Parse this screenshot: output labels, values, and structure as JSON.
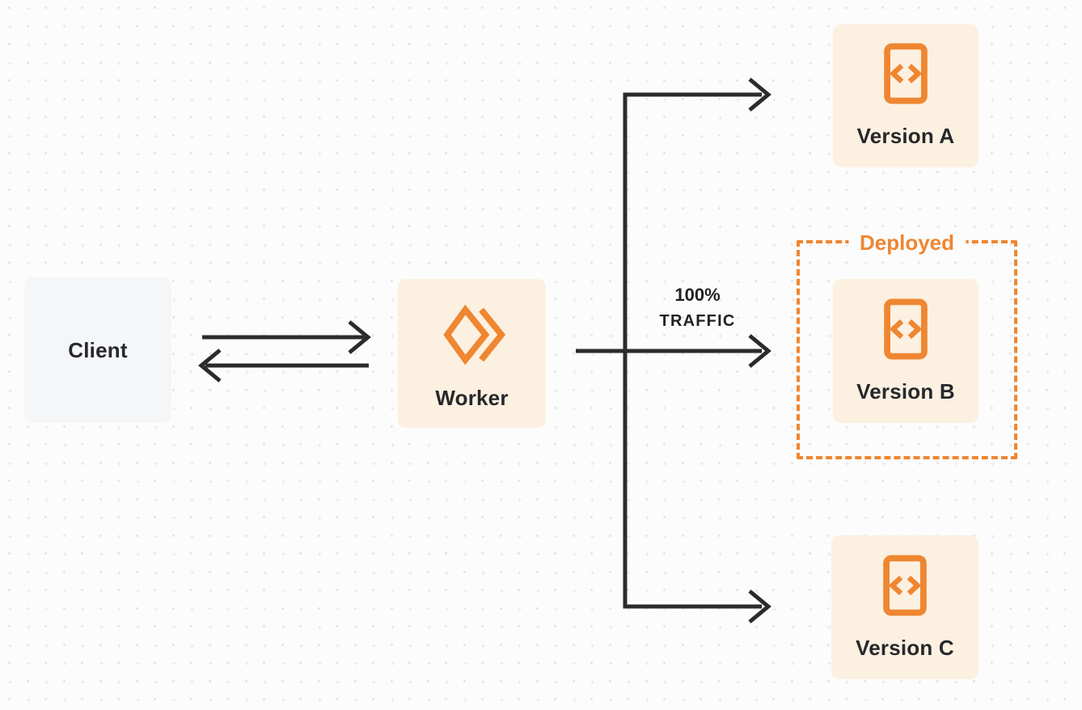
{
  "colors": {
    "background": "#FCFCFC",
    "dot_grid": "#E8E8E8",
    "accent_orange": "#EF8631",
    "cream_fill": "#FCF0E1",
    "gray_fill": "#F5F6F7",
    "line_dark": "#2B2B2B",
    "text_dark": "#26282B"
  },
  "nodes": {
    "client": {
      "label": "Client"
    },
    "worker": {
      "label": "Worker",
      "icon": "worker-double-chevron-diamond-icon"
    },
    "version_a": {
      "label": "Version A",
      "icon": "code-file-icon"
    },
    "version_b": {
      "label": "Version B",
      "icon": "code-file-icon"
    },
    "version_c": {
      "label": "Version C",
      "icon": "code-file-icon"
    }
  },
  "annotations": {
    "deployed": "Deployed",
    "traffic_percent": "100%",
    "traffic_word": "TRAFFIC"
  },
  "edges": {
    "client_to_worker": "request-arrow",
    "worker_to_client": "response-arrow",
    "worker_to_version_a": "branch-arrow-top",
    "worker_to_version_b": "branch-arrow-middle-100-percent-traffic",
    "worker_to_version_c": "branch-arrow-bottom"
  }
}
